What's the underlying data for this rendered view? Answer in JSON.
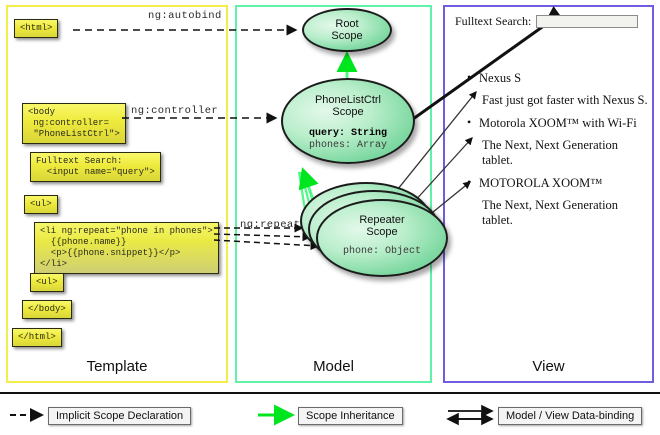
{
  "columns": {
    "template": {
      "label": "Template",
      "border_color": "#f2ef4a"
    },
    "model": {
      "label": "Model",
      "border_color": "#5ff2a8"
    },
    "view": {
      "label": "View",
      "border_color": "#6e5de0"
    }
  },
  "template_boxes": [
    {
      "id": "html",
      "text": "<html>"
    },
    {
      "id": "body",
      "text": "<body\n ng:controller=\n \"PhoneListCtrl\">"
    },
    {
      "id": "search",
      "text": "Fulltext Search:\n  <input name=\"query\">"
    },
    {
      "id": "ul1",
      "text": "<ul>"
    },
    {
      "id": "li",
      "text": "<li ng:repeat=\"phone in phones\">\n  {{phone.name}}\n  <p>{{phone.snippet}}</p>\n</li>"
    },
    {
      "id": "ul2",
      "text": "<ul>"
    },
    {
      "id": "bodyend",
      "text": "</body>"
    },
    {
      "id": "htmlend",
      "text": "</html>"
    }
  ],
  "connector_labels": {
    "autobind": "ng:autobind",
    "controller": "ng:controller",
    "repeat": "ng:repeat"
  },
  "scopes": [
    {
      "id": "root",
      "title_line1": "Root",
      "title_line2": "Scope",
      "props": []
    },
    {
      "id": "phonelist",
      "title_line1": "PhoneListCtrl",
      "title_line2": "Scope",
      "props": [
        {
          "name": "query:",
          "type": "String",
          "bold": true
        },
        {
          "name": "phones:",
          "type": "Array",
          "bold": false
        }
      ]
    },
    {
      "id": "repeater",
      "title_line1": "Repeater",
      "title_line2": "Scope",
      "props": [
        {
          "name": "phone:",
          "type": "Object",
          "bold": false
        }
      ]
    }
  ],
  "view": {
    "search_label": "Fulltext Search:",
    "search_value": "",
    "search_placeholder": "",
    "phones": [
      {
        "name": "Nexus S",
        "snippet": "Fast just got faster with Nexus S."
      },
      {
        "name": "Motorola XOOM™  with Wi-Fi",
        "snippet": "The Next, Next Generation tablet."
      },
      {
        "name": "MOTOROLA XOOM™",
        "snippet": "The Next, Next Generation tablet."
      }
    ]
  },
  "legend": [
    {
      "id": "implicit",
      "label": "Implicit Scope Declaration",
      "style": "dashed-black-arrow"
    },
    {
      "id": "inheritance",
      "label": "Scope Inheritance",
      "style": "solid-green-arrow",
      "color": "#00e61e"
    },
    {
      "id": "databinding",
      "label": "Model / View Data-binding",
      "style": "double-black-arrow"
    }
  ]
}
